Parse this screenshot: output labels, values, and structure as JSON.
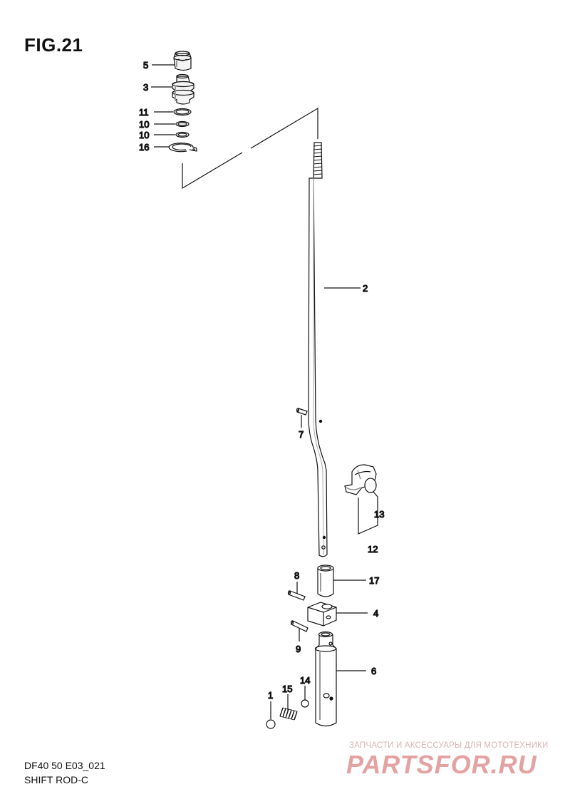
{
  "figure": {
    "title": "FIG.21",
    "code": "DF40 50 E03_021",
    "name": "SHIFT ROD-C"
  },
  "callouts": {
    "c5": "5",
    "c3": "3",
    "c11": "11",
    "c10a": "10",
    "c10b": "10",
    "c16": "16",
    "c2": "2",
    "c7": "7",
    "c13": "13",
    "c12": "12",
    "c8": "8",
    "c17": "17",
    "c4": "4",
    "c9": "9",
    "c6": "6",
    "c1": "1",
    "c15": "15",
    "c14": "14"
  },
  "watermark": {
    "subtitle": "ЗАПЧАСТИ И АКСЕССУАРЫ ДЛЯ МОТОТЕХНИКИ",
    "logo": "PARTSFOR.RU"
  }
}
